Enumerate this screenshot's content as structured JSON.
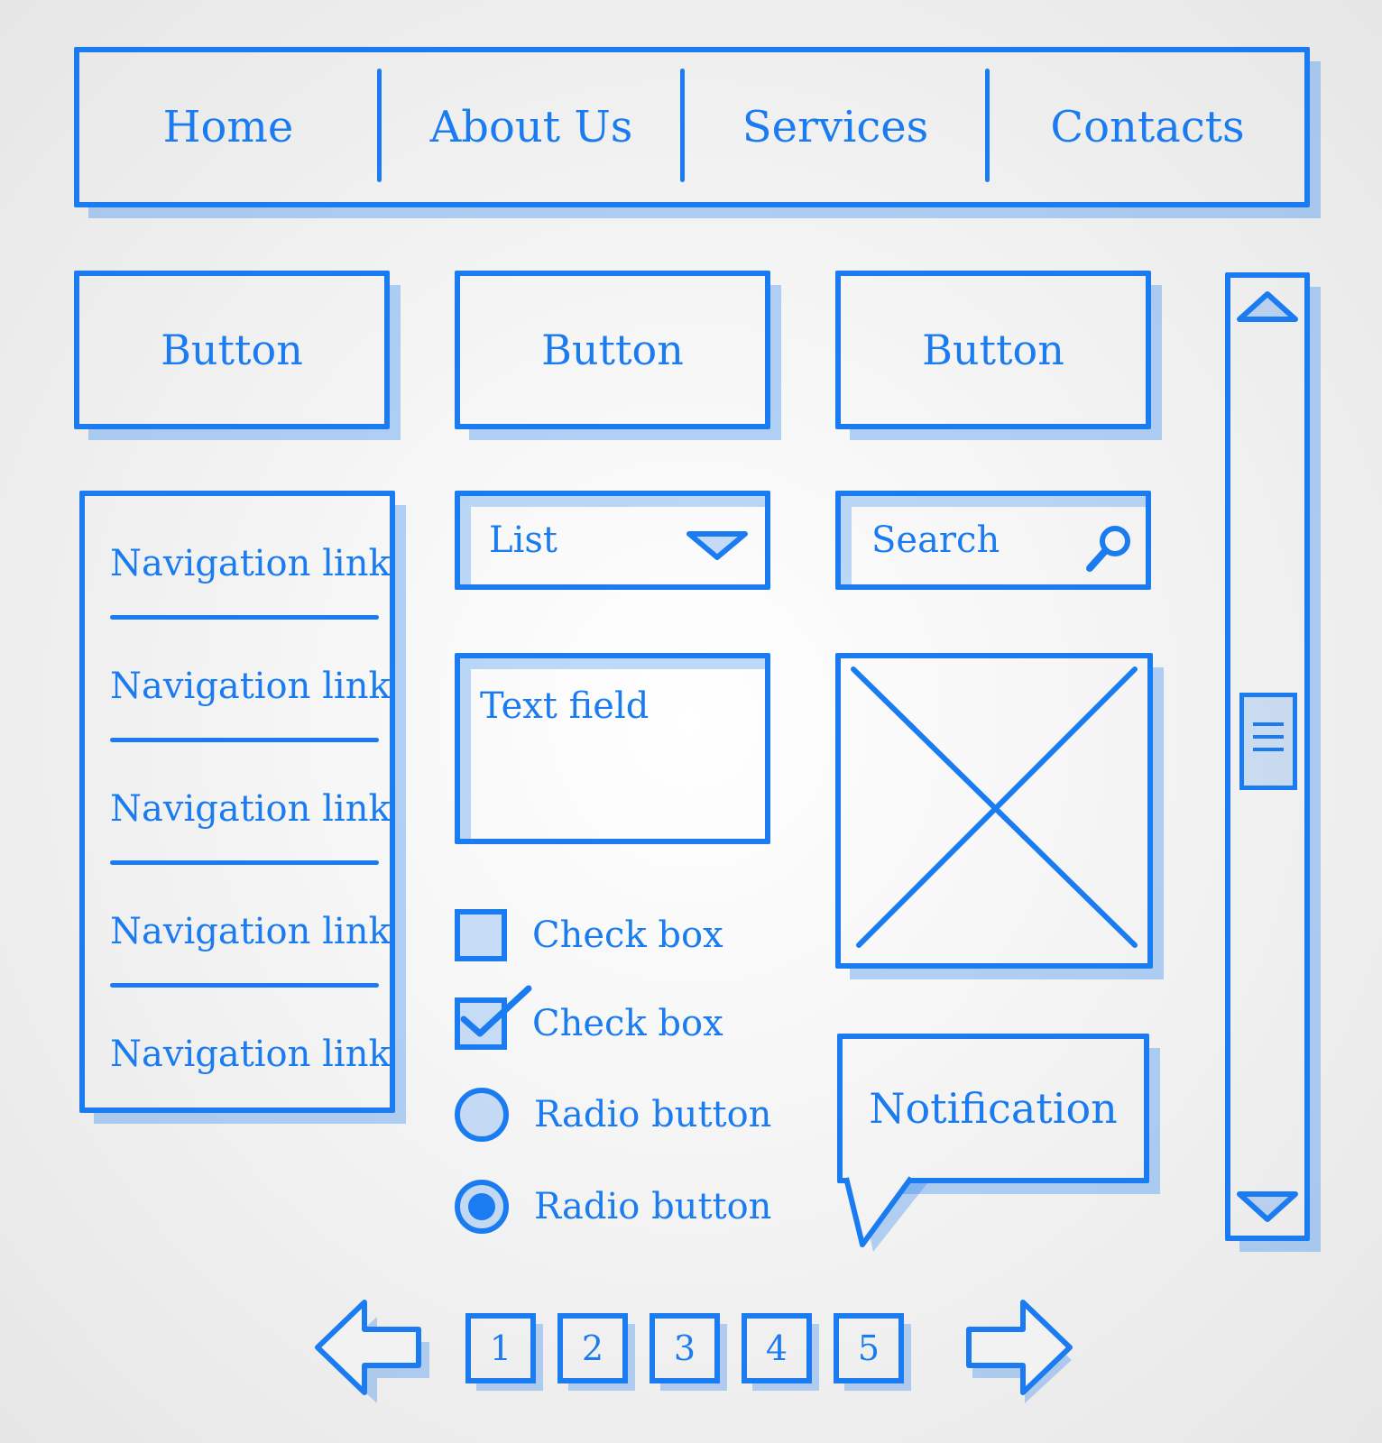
{
  "top_nav": {
    "items": [
      "Home",
      "About Us",
      "Services",
      "Contacts"
    ]
  },
  "buttons": [
    "Button",
    "Button",
    "Button"
  ],
  "side_nav": {
    "links": [
      "Navigation link",
      "Navigation link",
      "Navigation link",
      "Navigation link",
      "Navigation link"
    ]
  },
  "dropdown": {
    "label": "List",
    "icon": "triangle-down-icon"
  },
  "search": {
    "placeholder": "Search",
    "icon": "magnifier-icon"
  },
  "text_field": {
    "label": "Text field"
  },
  "image_placeholder": {
    "icon": "image-placeholder-x-icon"
  },
  "checkboxes": [
    {
      "label": "Check box",
      "checked": false
    },
    {
      "label": "Check box",
      "checked": true
    }
  ],
  "radios": [
    {
      "label": "Radio button",
      "selected": false
    },
    {
      "label": "Radio button",
      "selected": true
    }
  ],
  "notification": {
    "text": "Notification"
  },
  "scrollbar": {
    "up_icon": "triangle-up-icon",
    "down_icon": "triangle-down-icon"
  },
  "pagination": {
    "pages": [
      "1",
      "2",
      "3",
      "4",
      "5"
    ],
    "prev_icon": "arrow-left-icon",
    "next_icon": "arrow-right-icon"
  },
  "colors": {
    "accent": "#1a7cf0",
    "shade": "#8cbcf7",
    "background": "#f2f2f2"
  }
}
